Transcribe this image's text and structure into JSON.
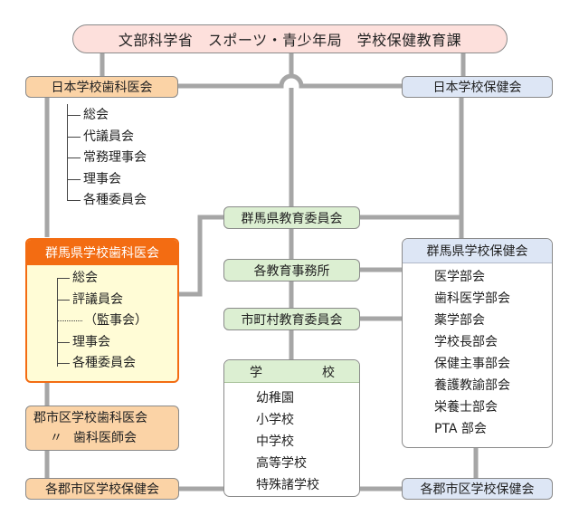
{
  "top": {
    "title": "文部科学省　スポーツ・青少年局　学校保健教育課"
  },
  "jsda": {
    "title": "日本学校歯科医会",
    "members": [
      "総会",
      "代議員会",
      "常務理事会",
      "理事会",
      "各種委員会"
    ]
  },
  "jsha": {
    "title": "日本学校保健会"
  },
  "gunma_board": {
    "title": "群馬県教育委員会"
  },
  "gunma_dental": {
    "title": "群馬県学校歯科医会",
    "members": [
      "総会",
      "評議員会",
      "（監事会）",
      "理事会",
      "各種委員会"
    ]
  },
  "gunma_health": {
    "title": "群馬県学校保健会",
    "members": [
      "医学部会",
      "歯科医学部会",
      "薬学部会",
      "学校長部会",
      "保健主事部会",
      "養護教諭部会",
      "栄養士部会",
      "PTA 部会"
    ]
  },
  "office": {
    "title": "各教育事務所"
  },
  "city_board": {
    "title": "市町村教育委員会"
  },
  "schools": {
    "header_left": "学",
    "header_right": "校",
    "items": [
      "幼稚園",
      "小学校",
      "中学校",
      "高等学校",
      "特殊諸学校"
    ]
  },
  "county_dental": {
    "line1": "郡市区学校歯科医会",
    "line2_mark": "〃",
    "line2": "歯科医師会"
  },
  "county_health_left": {
    "title": "各郡市区学校保健会"
  },
  "county_health_right": {
    "title": "各郡市区学校保健会"
  },
  "colors": {
    "orange_box": "#fbd3a6",
    "highlight_header": "#f36c12",
    "highlight_body": "#fffcd6",
    "blue_box": "#dde6f5",
    "green_box": "#dcefd2",
    "pink_box": "#fde0dc",
    "connector": "#a6a6a6"
  }
}
